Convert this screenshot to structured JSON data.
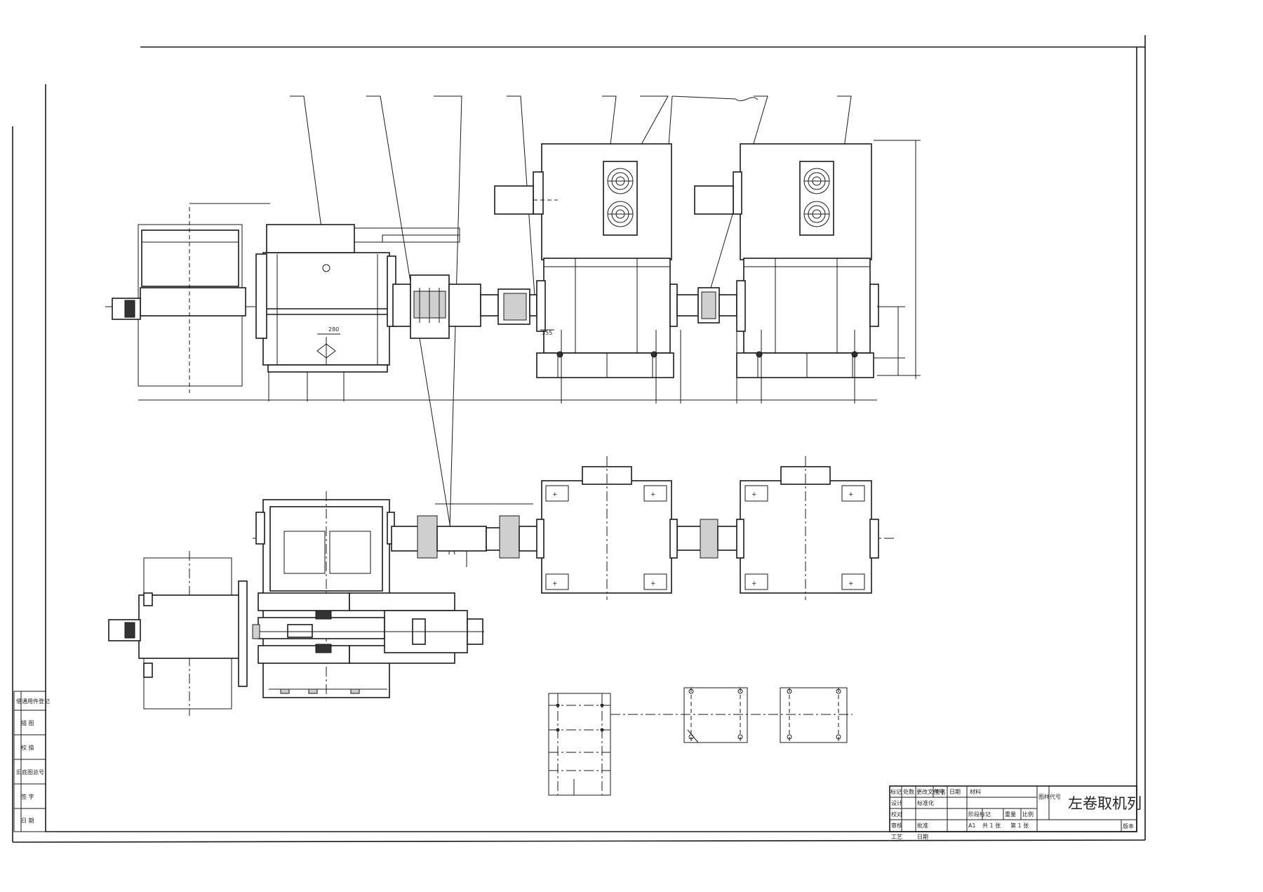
{
  "drawing": {
    "title": "左卷取机列",
    "dimensions": {
      "dim_280": "280",
      "dim_355": "355"
    },
    "side_stamp": [
      "借通用件登记",
      "描 图",
      "校 描",
      "旧底图总号",
      "签 字",
      "日 期"
    ],
    "title_block": {
      "header": [
        "标记",
        "处数",
        "更改文件号",
        "签名",
        "日期"
      ],
      "rows": [
        "设计",
        "校对",
        "审核",
        "工艺"
      ],
      "standardization": "标准化",
      "approve": "批准",
      "date_label": "日期",
      "stage_label": "阶段标记",
      "weight_label": "重量",
      "scale_label": "比例",
      "material_label": "材料",
      "sheet_total": "共 1 张",
      "sheet_no": "第 1 张",
      "sheet_size": "A1",
      "drawing_no_label": "图样代号",
      "version": "版本"
    }
  }
}
